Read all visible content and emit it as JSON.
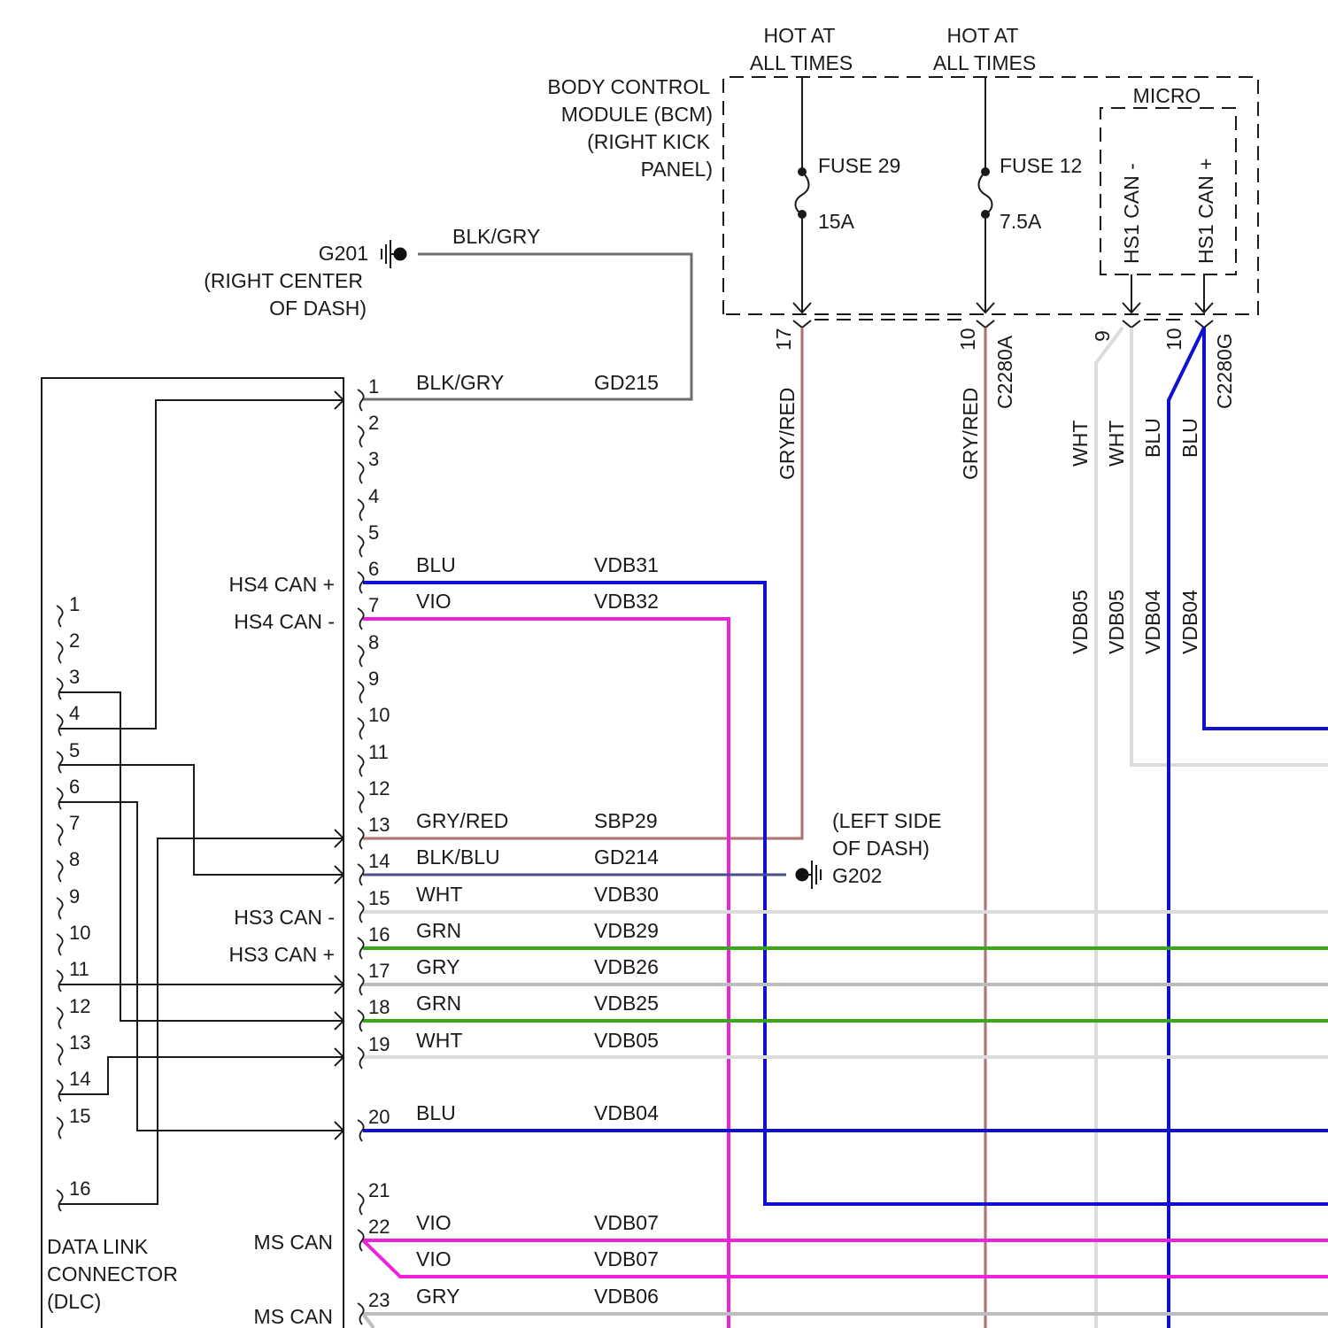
{
  "bcm": {
    "name_lines": [
      "BODY CONTROL",
      "MODULE (BCM)",
      "(RIGHT KICK",
      "PANEL)"
    ],
    "hot_left": [
      "HOT AT",
      "ALL TIMES"
    ],
    "hot_right": [
      "HOT AT",
      "ALL TIMES"
    ],
    "fuse_29": {
      "name": "FUSE 29",
      "rating": "15A"
    },
    "fuse_12": {
      "name": "FUSE 12",
      "rating": "7.5A"
    },
    "micro": {
      "label": "MICRO",
      "can_minus": "HS1 CAN -",
      "can_plus": "HS1 CAN +"
    },
    "connector_a": {
      "name": "C2280A",
      "pin_17": "17",
      "pin_10": "10"
    },
    "connector_g": {
      "name": "C2280G",
      "pin_9": "9",
      "pin_10": "10"
    }
  },
  "vertical_wires": [
    {
      "color_label": "GRY/RED"
    },
    {
      "color_label": "GRY/RED"
    },
    {
      "color_label": "WHT",
      "circuit": "VDB05"
    },
    {
      "color_label": "WHT",
      "circuit": "VDB05"
    },
    {
      "color_label": "BLU",
      "circuit": "VDB04"
    },
    {
      "color_label": "BLU",
      "circuit": "VDB04"
    }
  ],
  "ground_g201": {
    "name": "G201",
    "location_lines": [
      "(RIGHT CENTER",
      "OF DASH)"
    ],
    "wire_color": "BLK/GRY"
  },
  "ground_g202": {
    "name": "G202",
    "location_lines": [
      "(LEFT SIDE",
      "OF DASH)"
    ]
  },
  "dlc": {
    "name_lines": [
      "DATA LINK",
      "CONNECTOR",
      "(DLC)"
    ],
    "side_pins": [
      "1",
      "2",
      "3",
      "4",
      "5",
      "6",
      "7",
      "8",
      "9",
      "10",
      "11",
      "12",
      "13",
      "14",
      "15",
      "16"
    ],
    "group_labels": {
      "hs4_plus": "HS4 CAN +",
      "hs4_minus": "HS4 CAN -",
      "hs3_minus": "HS3 CAN -",
      "hs3_plus": "HS3 CAN +",
      "ms_can_1": "MS CAN",
      "ms_can_2": "MS CAN"
    },
    "pins": [
      {
        "pin": "1",
        "color": "BLK/GRY",
        "circuit": "GD215"
      },
      {
        "pin": "2"
      },
      {
        "pin": "3"
      },
      {
        "pin": "4"
      },
      {
        "pin": "5"
      },
      {
        "pin": "6",
        "color": "BLU",
        "circuit": "VDB31"
      },
      {
        "pin": "7",
        "color": "VIO",
        "circuit": "VDB32"
      },
      {
        "pin": "8"
      },
      {
        "pin": "9"
      },
      {
        "pin": "10"
      },
      {
        "pin": "11"
      },
      {
        "pin": "12"
      },
      {
        "pin": "13",
        "color": "GRY/RED",
        "circuit": "SBP29"
      },
      {
        "pin": "14",
        "color": "BLK/BLU",
        "circuit": "GD214"
      },
      {
        "pin": "15",
        "color": "WHT",
        "circuit": "VDB30"
      },
      {
        "pin": "16",
        "color": "GRN",
        "circuit": "VDB29"
      },
      {
        "pin": "17",
        "color": "GRY",
        "circuit": "VDB26"
      },
      {
        "pin": "18",
        "color": "GRN",
        "circuit": "VDB25"
      },
      {
        "pin": "19",
        "color": "WHT",
        "circuit": "VDB05"
      },
      {
        "pin": "20",
        "color": "BLU",
        "circuit": "VDB04"
      },
      {
        "pin": "21"
      },
      {
        "pin": "22",
        "color": "VIO",
        "circuit": "VDB07"
      },
      {
        "pin": "",
        "color": "VIO",
        "circuit": "VDB07"
      },
      {
        "pin": "23",
        "color": "GRY",
        "circuit": "VDB06"
      }
    ]
  },
  "wire_colors": {
    "blk_gry": "#6e6e6e",
    "gry_red": "#d98e8e",
    "blk_blu": "#4a4f8a",
    "blu": "#1010d0",
    "vio": "#ee22dd",
    "grn": "#3aa71b",
    "gry": "#bdbdbd",
    "wht": "#dcdcdc"
  }
}
